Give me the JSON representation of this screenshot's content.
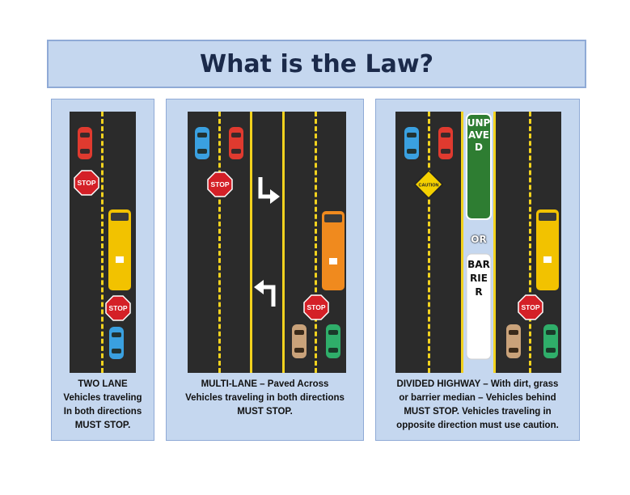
{
  "title": "What is the Law?",
  "signs": {
    "stop": "STOP",
    "caution": "CAUTION",
    "unpaved": "UNPAVED",
    "or": "OR",
    "barrier": "BARRIER"
  },
  "panels": [
    {
      "id": "two-lane",
      "caption": [
        "TWO LANE",
        "Vehicles traveling",
        "In both directions",
        "MUST STOP."
      ]
    },
    {
      "id": "multi-lane",
      "caption": [
        "MULTI-LANE – Paved Across",
        "Vehicles traveling in both directions",
        "MUST STOP."
      ]
    },
    {
      "id": "divided-highway",
      "caption": [
        "DIVIDED HIGHWAY – With dirt, grass",
        "or barrier median – Vehicles behind",
        "MUST STOP.   Vehicles traveling in",
        "opposite direction must use caution."
      ]
    }
  ],
  "colors": {
    "panel_bg": "#c5d7ef",
    "road": "#2b2b2b",
    "lane_yellow": "#f2d21e",
    "stop_red": "#d42027",
    "caution_yellow": "#f4d000",
    "median_green": "#2e7d32",
    "car_red": "#e03a2f",
    "car_blue": "#3aa0e0",
    "car_tan": "#c9a27a",
    "car_green": "#2fae6a",
    "bus_yellow": "#f2c200",
    "bus_orange": "#f08a1e"
  }
}
